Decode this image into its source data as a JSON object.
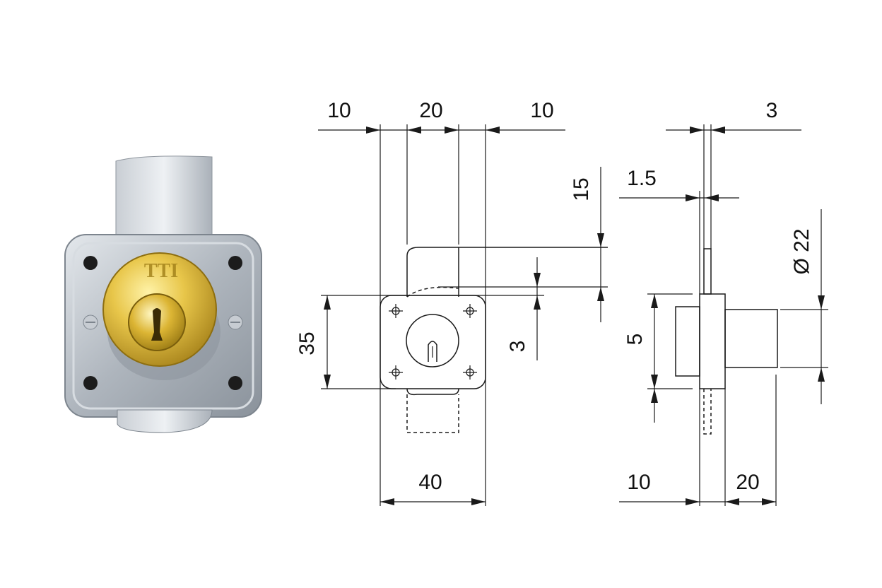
{
  "product_photo": {
    "logo_text": "TTI",
    "icon": "cabinet-cam-lock-photo"
  },
  "front_view": {
    "dims": {
      "top_left": "10",
      "top_middle": "20",
      "top_right": "10",
      "bottom_width": "40",
      "left_height": "35",
      "cam_offset": "3",
      "cam_height": "15"
    }
  },
  "side_view": {
    "dims": {
      "top_thickness": "3",
      "plate_thickness": "1.5",
      "diameter": "Ø 22",
      "left_height": "5",
      "bottom_left": "10",
      "bottom_right": "20"
    }
  },
  "colors": {
    "line": "#1a1a1a",
    "brass": "#d9b53a",
    "chrome": "#b8bec6"
  }
}
